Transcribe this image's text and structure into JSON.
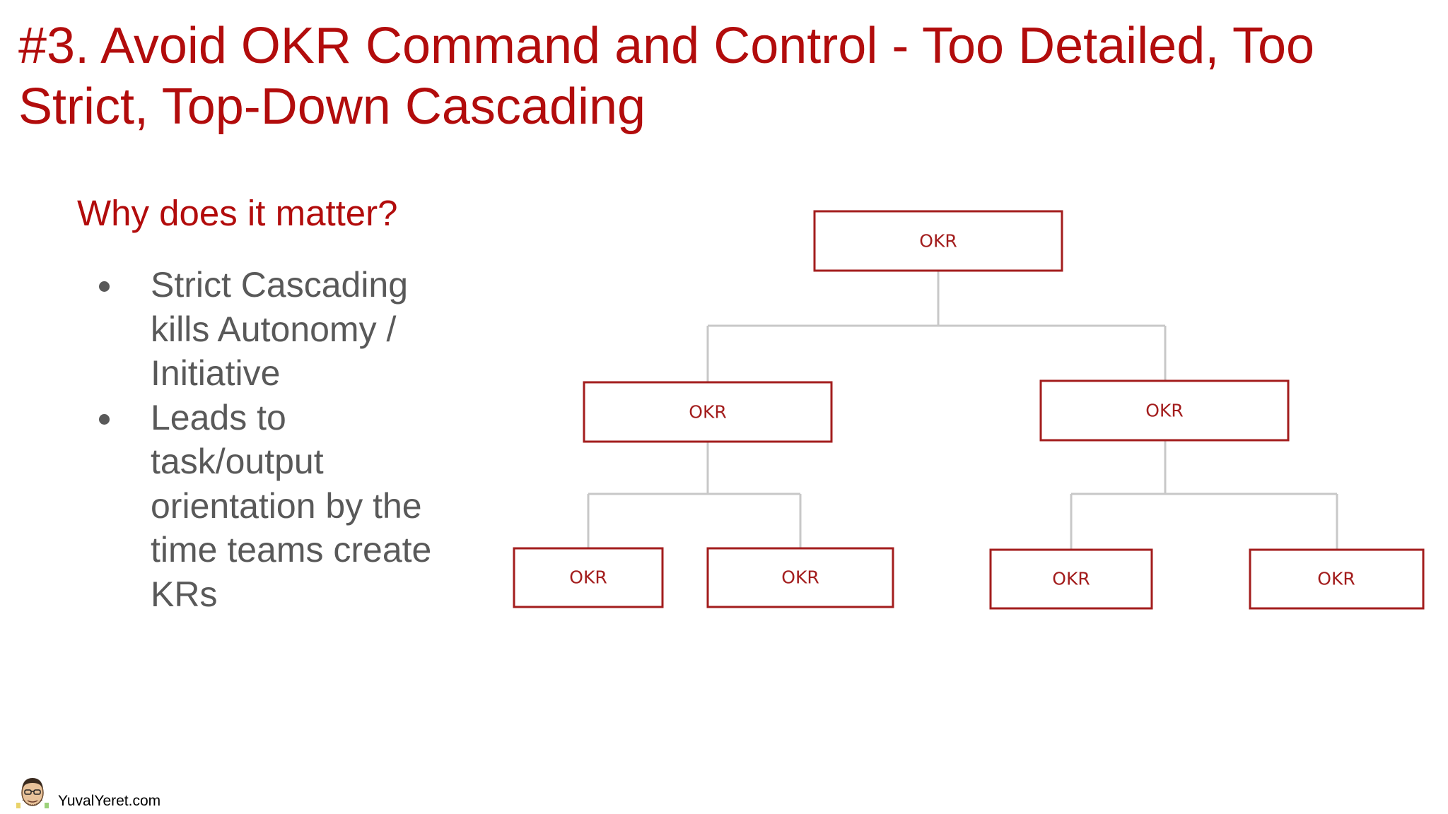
{
  "slide": {
    "title": "#3. Avoid OKR Command and Control - Too Detailed, Too Strict, Top-Down Cascading",
    "subtitle": "Why does it matter?",
    "bullets": [
      "Strict Cascading kills Autonomy / Initiative",
      "Leads to task/output orientation by the time teams create KRs"
    ],
    "footer_text": "YuvalYeret.com"
  },
  "diagram": {
    "nodes": {
      "root": "OKR",
      "mid_left": "OKR",
      "mid_right": "OKR",
      "leaf_1": "OKR",
      "leaf_2": "OKR",
      "leaf_3": "OKR",
      "leaf_4": "OKR"
    },
    "edges": [
      [
        "root",
        "mid_left"
      ],
      [
        "root",
        "mid_right"
      ],
      [
        "mid_left",
        "leaf_1"
      ],
      [
        "mid_left",
        "leaf_2"
      ],
      [
        "mid_right",
        "leaf_3"
      ],
      [
        "mid_right",
        "leaf_4"
      ]
    ]
  },
  "colors": {
    "title": "#b20c0c",
    "body_text": "#595959",
    "node_border": "#a31d1d",
    "connector": "#c8c8c8"
  }
}
